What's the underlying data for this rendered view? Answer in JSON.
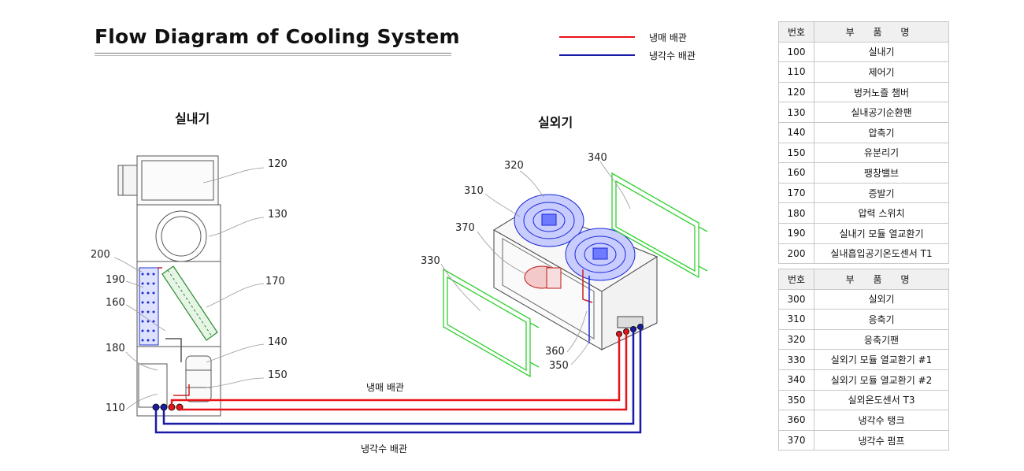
{
  "title": "Flow Diagram of Cooling System",
  "legend": {
    "refrigerant_pipe": "냉매 배관",
    "coolant_pipe": "냉각수 배관",
    "refrigerant_color": "#e8141a",
    "coolant_color": "#1a1aa8"
  },
  "indoor_unit_label": "실내기",
  "outdoor_unit_label": "실외기",
  "callouts": {
    "n120": "120",
    "n130": "130",
    "n200": "200",
    "n190": "190",
    "n160": "160",
    "n170": "170",
    "n180": "180",
    "n140": "140",
    "n150": "150",
    "n110": "110",
    "n320": "320",
    "n340": "340",
    "n310": "310",
    "n370": "370",
    "n330": "330",
    "n360": "360",
    "n350": "350"
  },
  "pipe_labels": {
    "refrigerant": "냉매 배관",
    "coolant": "냉각수 배관"
  },
  "table_indoor": {
    "header_no": "번호",
    "header_name": "부 품 명",
    "rows": [
      {
        "no": "100",
        "name": "실내기"
      },
      {
        "no": "110",
        "name": "제어기"
      },
      {
        "no": "120",
        "name": "벙커노즐 챔버"
      },
      {
        "no": "130",
        "name": "실내공기순환팬"
      },
      {
        "no": "140",
        "name": "압축기"
      },
      {
        "no": "150",
        "name": "유분리기"
      },
      {
        "no": "160",
        "name": "팽창밸브"
      },
      {
        "no": "170",
        "name": "증발기"
      },
      {
        "no": "180",
        "name": "압력 스위치"
      },
      {
        "no": "190",
        "name": "실내기 모듈 열교환기"
      },
      {
        "no": "200",
        "name": "실내흡입공기온도센서 T1"
      }
    ]
  },
  "table_outdoor": {
    "header_no": "번호",
    "header_name": "부 품 명",
    "rows": [
      {
        "no": "300",
        "name": "실외기"
      },
      {
        "no": "310",
        "name": "응축기"
      },
      {
        "no": "320",
        "name": "응축기팬"
      },
      {
        "no": "330",
        "name": "실외기 모듈 열교환기 #1"
      },
      {
        "no": "340",
        "name": "실외기 모듈 열교환기 #2"
      },
      {
        "no": "350",
        "name": "실외온도센서 T3"
      },
      {
        "no": "360",
        "name": "냉각수 탱크"
      },
      {
        "no": "370",
        "name": "냉각수 펌프"
      }
    ]
  }
}
